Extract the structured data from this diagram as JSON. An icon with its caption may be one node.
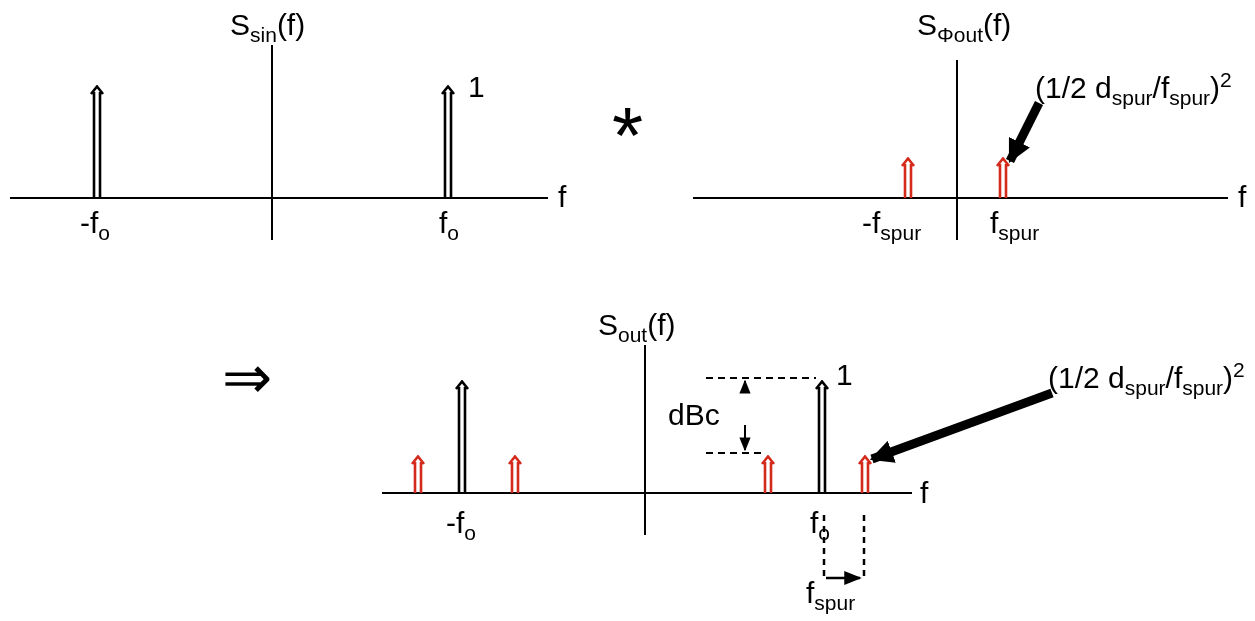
{
  "diagram": {
    "nodes": [
      {
        "text": [
          "(1/2 d$_{spur}$/f$_{spur}$)$^{2}$"
        ]
      },
      {
        "text": [],
        "shape": "arrow"
      },
      {
        "text": [
          "(1/2 d$_{spur}$/f$_{spur}$)$^{2}$"
        ]
      },
      {
        "text": [],
        "shape": "arrow"
      }
    ],
    "edges": [
      {
        "from": 0,
        "to": 1,
        "arrow": "to"
      },
      {
        "from": 2,
        "to": 3,
        "arrow": "to"
      }
    ],
    "labels": [
      "S$_{sin}$(f)",
      "1",
      "f",
      "-f$_{o}$",
      "f$_{o}$",
      "*",
      "S$_{Φout}$(f)",
      "f",
      "-f$_{spur}$",
      "f$_{spur}$",
      "S$_{out}$(f)",
      "⇒",
      "1",
      "dBc",
      "f",
      "-f$_{o}$",
      "f$_{o}$",
      "f$_{spur}$"
    ]
  }
}
